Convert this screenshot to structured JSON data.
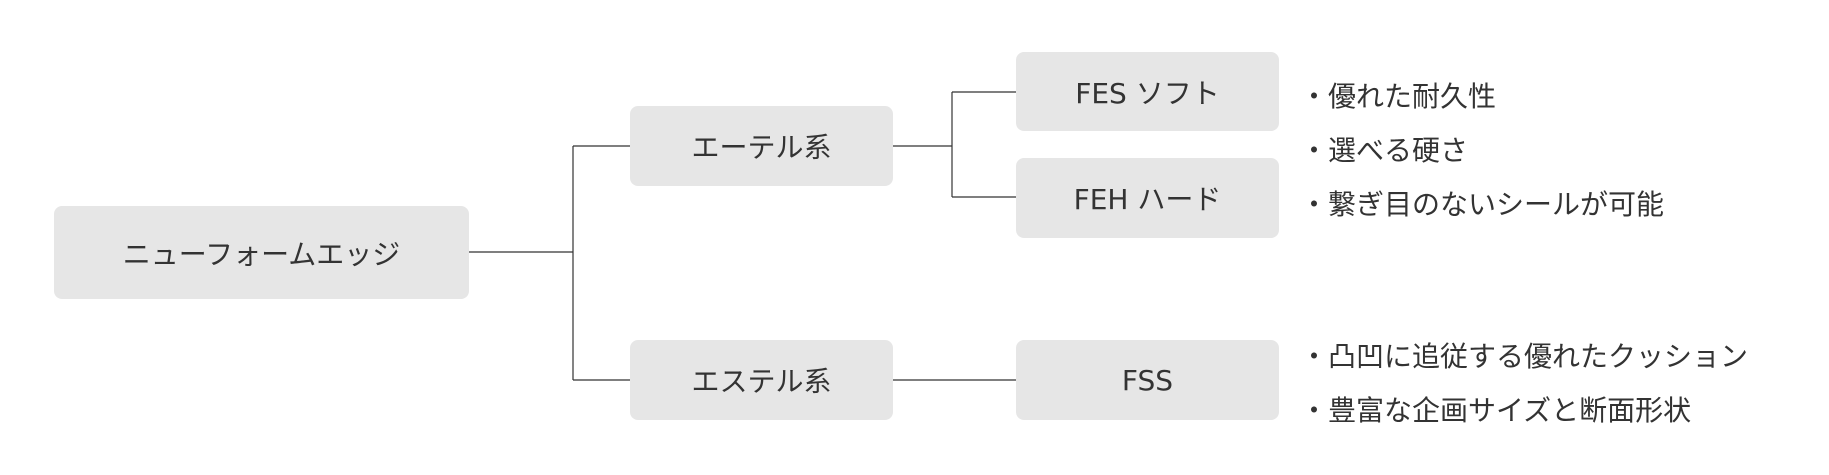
{
  "root": {
    "label": "ニューフォームエッジ"
  },
  "categories": [
    {
      "label": "エーテル系",
      "products": [
        {
          "label": "FES ソフト"
        },
        {
          "label": "FEH ハード"
        }
      ],
      "features": [
        "・優れた耐久性",
        "・選べる硬さ",
        "・繋ぎ目のないシールが可能"
      ]
    },
    {
      "label": "エステル系",
      "products": [
        {
          "label": "FSS"
        }
      ],
      "features": [
        "・凸凹に追従する優れたクッション",
        "・豊富な企画サイズと断面形状"
      ]
    }
  ],
  "colors": {
    "node_fill": "#e6e6e6",
    "connector": "#333333",
    "text": "#333333"
  }
}
